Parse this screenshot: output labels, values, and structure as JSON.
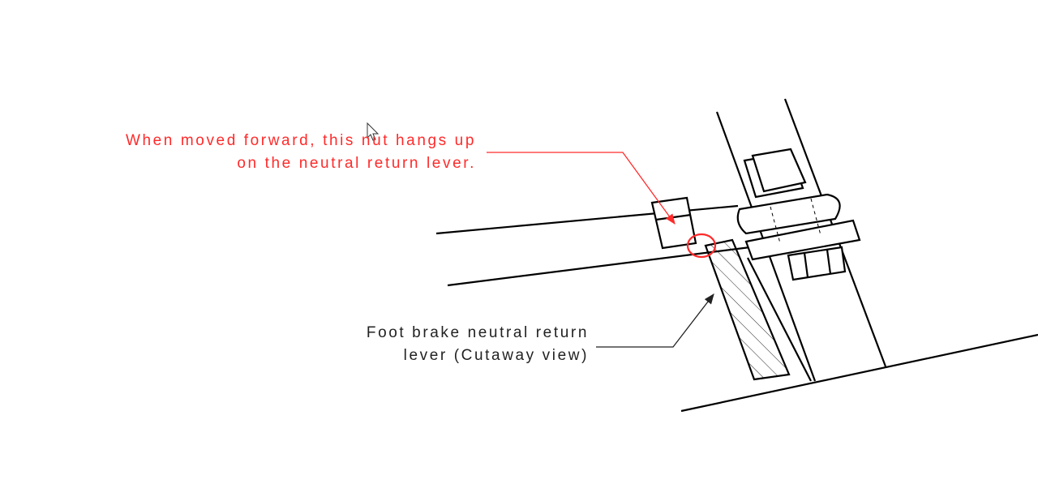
{
  "annotations": {
    "nut_note": {
      "line1": "When moved forward, this nut hangs up",
      "line2": "on the neutral return lever.",
      "color": "#ff2a2a"
    },
    "lever_note": {
      "line1": "Foot brake neutral return",
      "line2": "lever (Cutaway view)",
      "color": "#222222"
    }
  },
  "icons": [
    "mouse-cursor-icon"
  ]
}
